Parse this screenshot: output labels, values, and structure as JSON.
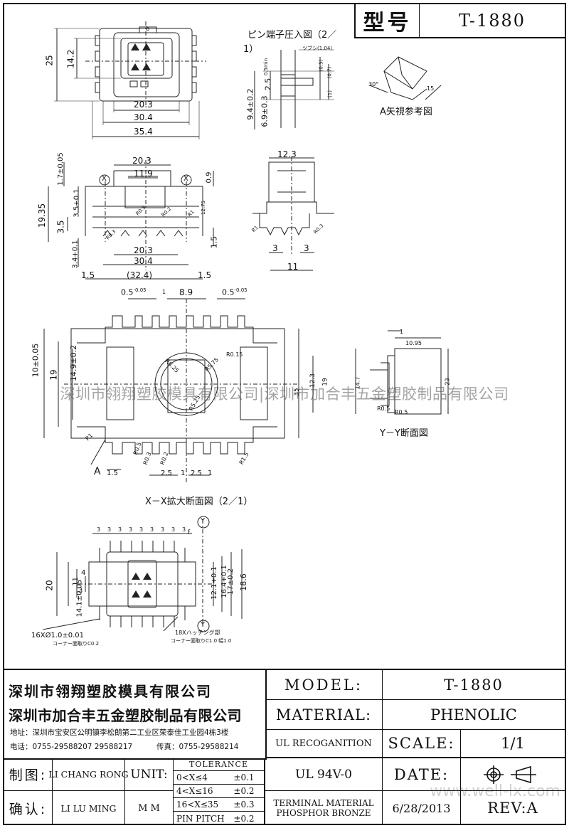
{
  "header": {
    "model_label": "型号",
    "model_value": "T-1880"
  },
  "views": {
    "pin_press_title": "ピン端子圧入図（2／",
    "pin_press_title_cont": "1）",
    "a_view_title": "A矢視参考図",
    "xx_title": "X－X拡大断面図（2／1）",
    "yy_title": "Y－Y断面図",
    "label_x": "X",
    "label_y": "Y",
    "label_a": "A",
    "label_b": "b",
    "label_f": "f"
  },
  "dims": {
    "top": [
      "25",
      "14.2",
      "20.3",
      "30.4",
      "35.4"
    ],
    "pin": [
      "0.5min",
      "ツブシ(1.04)",
      "(0.5)",
      "(0.7)",
      "(1)",
      "2.5",
      "9.4±0.2",
      "6.9±0.3"
    ],
    "a_view": [
      "30°",
      "15"
    ],
    "side": [
      "20.3",
      "11.9",
      "1.7±0.05",
      "0.9",
      "19.35",
      "3.5+0.1",
      "3.5",
      "3.4+0.1",
      "20.3",
      "30.4",
      "1.5",
      "(32.4)",
      "1.5",
      "1.5",
      "R0.5",
      "R0.3",
      "R0.2",
      "R1",
      "12.75"
    ],
    "end": [
      "12.3",
      "3",
      "3",
      "11",
      "R1",
      "R0.3"
    ],
    "section": [
      "0.5",
      "-0.05",
      "1",
      "8.9",
      "0.5",
      "-0.05",
      "10±0.05",
      "19",
      "14.9±0.2",
      "12.3",
      "19",
      "R0.15",
      "R5.75",
      "R6.25",
      "R5.25",
      "1.5",
      "2.5",
      "1",
      "2.5",
      "1",
      "R0.5",
      "R0.3",
      "R0.2",
      "R1",
      "R1.5",
      "35"
    ],
    "y_section": [
      "1",
      "10.95",
      "14.7",
      "R0.5",
      "R0.5",
      "23"
    ],
    "bottom": [
      "3",
      "3",
      "3",
      "3",
      "3",
      "3",
      "3",
      "3",
      "3",
      "20",
      "14.1±0.05",
      "11",
      "4",
      "3",
      "12.1+0.1",
      "16.4+0.1",
      "17±0.2",
      "18.6",
      "16XØ1.0±0.01",
      "コーナー面取りC0.2",
      "18Xハッチング部",
      "コーナー面取りC1.0 幅1.0",
      "Y",
      "Y"
    ]
  },
  "watermark": "深圳市翎翔塑胶模具有限公司|深圳市加合丰五金塑胶制品有限公司",
  "watermark_url": "www.well-lx.com",
  "title_block": {
    "company1": "深圳市翎翔塑胶模具有限公司",
    "company2": "深圳市加合丰五金塑胶制品有限公司",
    "address": "地址：深圳市宝安区公明镇李松朗第二工业区荣泰佳工业园4栋3楼",
    "phone": "电话：0755-29588207 29588217",
    "fax": "传真：0755-29588214",
    "model_label": "MODEL:",
    "model_value": "T-1880",
    "material_label": "MATERIAL:",
    "material_value": "PHENOLIC",
    "ul_label": "UL RECOGANITION",
    "ul_value": "UL 94V-0",
    "scale_label": "SCALE:",
    "scale_value": "1/1",
    "date_label": "DATE:",
    "date_value": "6/28/2013",
    "terminal_label1": "TERMINAL MATERIAL",
    "terminal_label2": "PHOSPHOR  BRONZE",
    "rev_label": "REV:A",
    "drawn_label": "制图:",
    "drawn_value": "LI CHANG RONG",
    "check_label": "确认:",
    "check_value": "LI LU MING",
    "unit_label": "UNIT:",
    "unit_value": "M M",
    "tolerance_title": "TOLERANCE",
    "tolerances": [
      {
        "range": "0<X≤4",
        "tol": "±0.1"
      },
      {
        "range": "4<X≤16",
        "tol": "±0.2"
      },
      {
        "range": "16<X≤35",
        "tol": "±0.3"
      },
      {
        "range": "PIN PITCH",
        "tol": "±0.2"
      }
    ]
  }
}
